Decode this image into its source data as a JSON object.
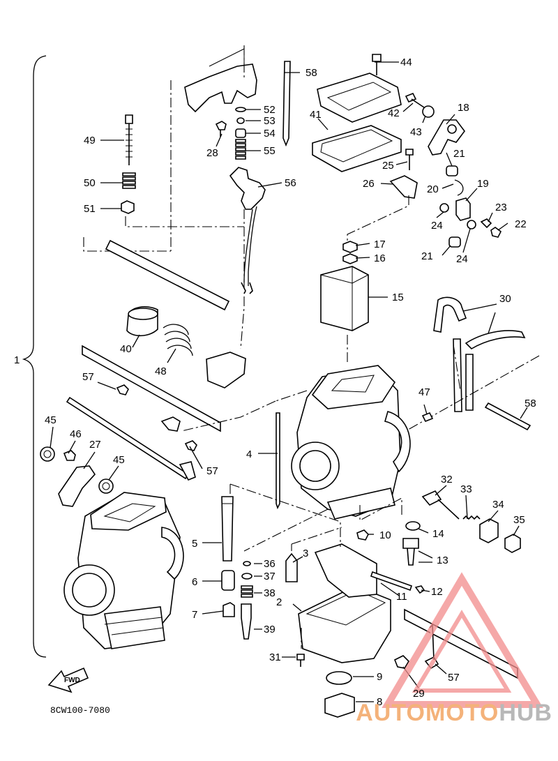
{
  "diagram": {
    "reference_code": "8CW100-7080",
    "fwd_label": "FWD",
    "callouts": [
      "1",
      "2",
      "3",
      "4",
      "5",
      "6",
      "7",
      "8",
      "9",
      "10",
      "11",
      "12",
      "13",
      "14",
      "15",
      "16",
      "17",
      "18",
      "19",
      "20",
      "21",
      "21",
      "22",
      "23",
      "24",
      "24",
      "25",
      "26",
      "27",
      "28",
      "29",
      "30",
      "31",
      "32",
      "33",
      "34",
      "35",
      "36",
      "37",
      "38",
      "39",
      "40",
      "41",
      "42",
      "43",
      "44",
      "45",
      "45",
      "46",
      "47",
      "48",
      "49",
      "50",
      "51",
      "52",
      "53",
      "54",
      "55",
      "56",
      "57",
      "57",
      "57",
      "58",
      "58"
    ]
  },
  "watermark": {
    "part1": "AUTOMOTO",
    "part2": "HUB",
    "colors": {
      "accent": "#f4b27a",
      "grey": "#b8b8b8",
      "triangle": "#f28c8c"
    }
  }
}
